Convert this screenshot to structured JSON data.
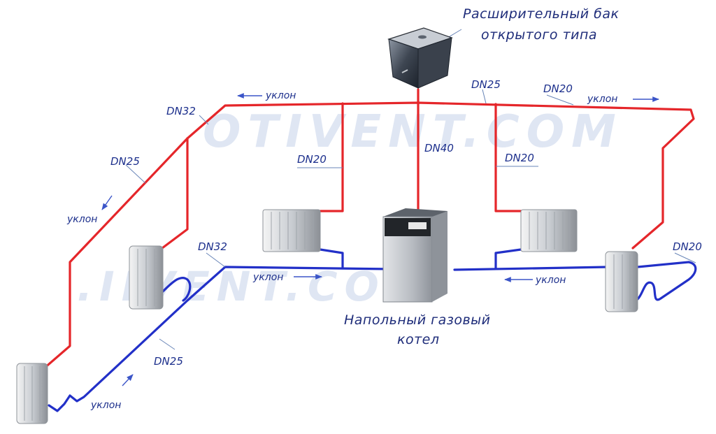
{
  "watermark": {
    "upper": "OTIVENT.COM",
    "lower": ".IIVENT.COM"
  },
  "tank": {
    "caption_line1": "Расширительный бак",
    "caption_line2": "открытого типа",
    "icon": "expansion-tank-icon"
  },
  "boiler": {
    "caption_line1": "Напольный газовый",
    "caption_line2": "котел",
    "icon": "gas-boiler-icon"
  },
  "pipe_labels": {
    "dn32_supply_left": "DN32",
    "dn25_supply_left": "DN25",
    "dn20_riser_left": "DN20",
    "dn40_main_riser": "DN40",
    "dn25_supply_right": "DN25",
    "dn20_supply_right": "DN20",
    "dn20_riser_right": "DN20",
    "dn32_return_left": "DN32",
    "dn25_return_left": "DN25",
    "dn20_return_right": "DN20"
  },
  "slope_labels": {
    "supply_top_left": "уклон",
    "supply_top_right": "уклон",
    "supply_left_diag": "уклон",
    "return_left": "уклон",
    "return_right": "уклон",
    "return_left_diag": "уклон"
  },
  "colors": {
    "supply": "#e5262a",
    "return": "#2230c8",
    "label": "#1c2f8c"
  }
}
